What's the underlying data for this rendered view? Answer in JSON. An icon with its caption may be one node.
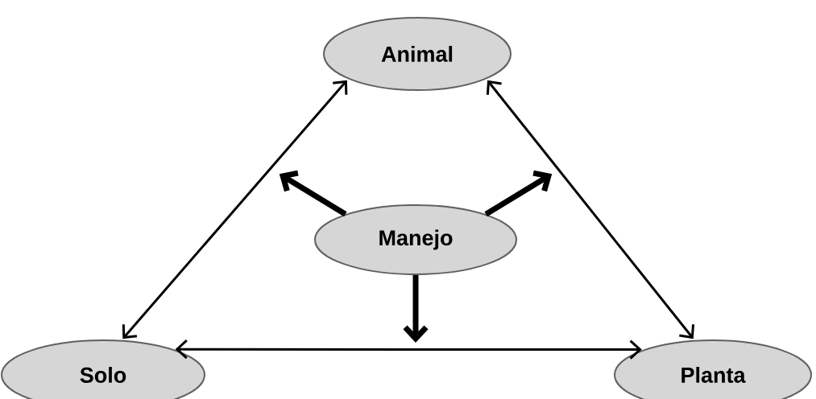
{
  "diagram": {
    "nodes": [
      {
        "text": [
          "Animal"
        ]
      },
      {
        "text": [
          "Manejo"
        ]
      },
      {
        "text": [
          "Solo"
        ]
      },
      {
        "text": [
          "Planta"
        ]
      }
    ],
    "edges": [
      {
        "from": 0,
        "to": 2,
        "arrow": "both"
      },
      {
        "from": 0,
        "to": 3,
        "arrow": "both"
      },
      {
        "from": 2,
        "to": 3,
        "arrow": "both"
      },
      {
        "from": 1,
        "to": null,
        "arrow": "to",
        "style": "thick"
      },
      {
        "from": 1,
        "to": null,
        "arrow": "to",
        "style": "thick"
      },
      {
        "from": 1,
        "to": null,
        "arrow": "to",
        "style": "thick"
      }
    ]
  }
}
